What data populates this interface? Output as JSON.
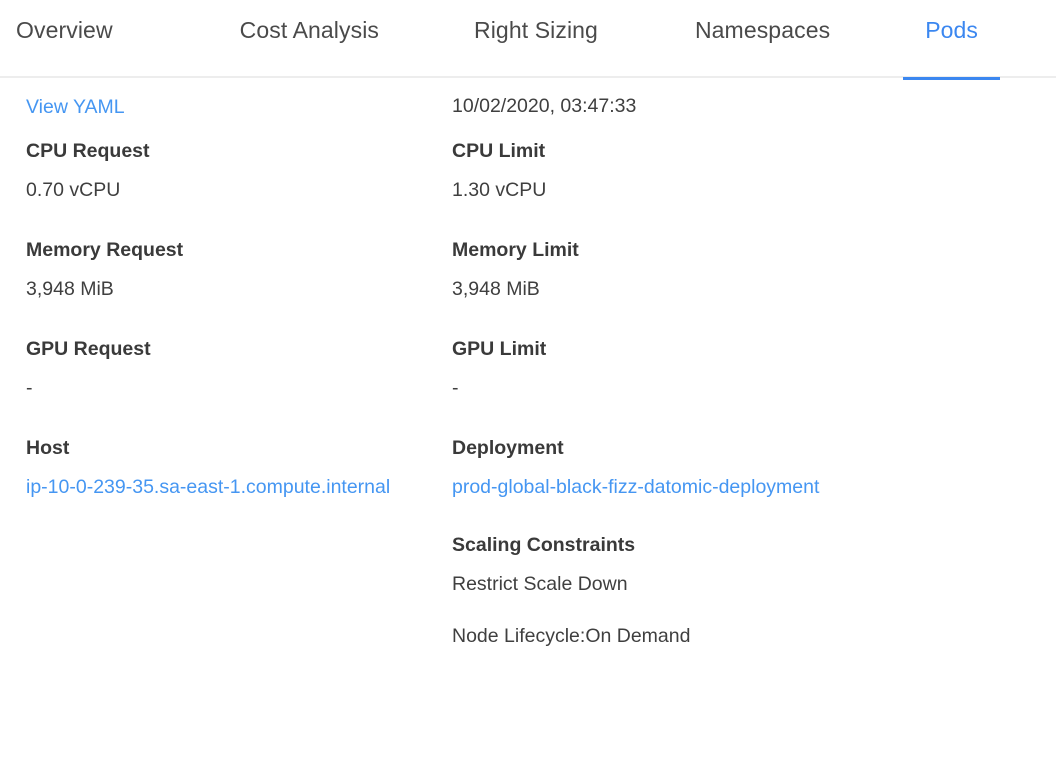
{
  "tabs": [
    {
      "label": "Overview",
      "active": false,
      "key": "overview"
    },
    {
      "label": "Cost Analysis",
      "active": false,
      "key": "cost-analysis"
    },
    {
      "label": "Right Sizing",
      "active": false,
      "key": "right-sizing"
    },
    {
      "label": "Namespaces",
      "active": false,
      "key": "namespaces"
    },
    {
      "label": "Pods",
      "active": true,
      "key": "pods"
    }
  ],
  "colors": {
    "accent": "#3b87f0",
    "link": "#4596f2",
    "text": "#3f3f3f",
    "label": "#3a3a3a",
    "divider": "#ededed",
    "background": "#ffffff"
  },
  "left_column": {
    "view_yaml_link": "View YAML",
    "fields": [
      {
        "label": "CPU Request",
        "value": "0.70 vCPU"
      },
      {
        "label": "Memory Request",
        "value": "3,948 MiB"
      },
      {
        "label": "GPU Request",
        "value": "-"
      }
    ],
    "host": {
      "label": "Host",
      "value": "ip-10-0-239-35.sa-east-1.compute.internal"
    }
  },
  "right_column": {
    "timestamp": "10/02/2020, 03:47:33",
    "fields": [
      {
        "label": "CPU Limit",
        "value": "1.30 vCPU"
      },
      {
        "label": "Memory Limit",
        "value": "3,948 MiB"
      },
      {
        "label": "GPU Limit",
        "value": "-"
      }
    ],
    "deployment": {
      "label": "Deployment",
      "value": "prod-global-black-fizz-datomic-deployment"
    },
    "scaling_constraints": {
      "label": "Scaling Constraints",
      "items": [
        "Restrict Scale Down",
        "Node Lifecycle:On Demand"
      ]
    }
  }
}
